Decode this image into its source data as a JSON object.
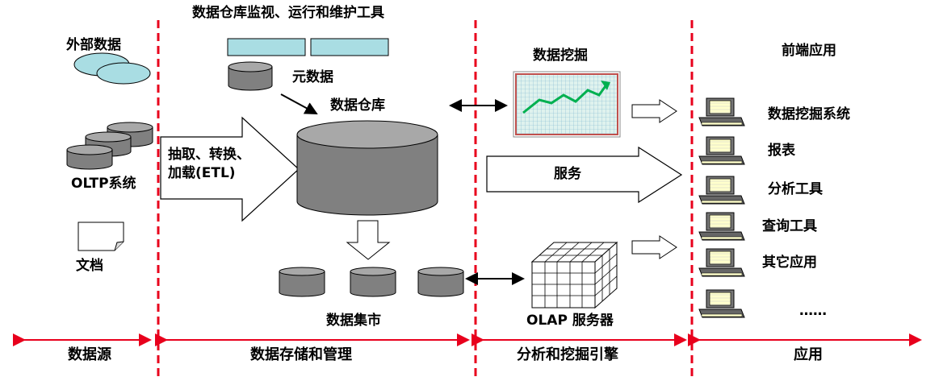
{
  "top_title": "数据仓库监视、运行和维护工具",
  "source": {
    "external_data": "外部数据",
    "oltp": "OLTP系统",
    "documents": "文档",
    "section": "数据源"
  },
  "storage": {
    "metadata": "元数据",
    "warehouse": "数据仓库",
    "etl_line1": "抽取、转换、",
    "etl_line2": "加载(ETL)",
    "data_mart": "数据集市",
    "section": "数据存储和管理"
  },
  "analysis": {
    "data_mining": "数据挖掘",
    "service": "服务",
    "olap_server": "OLAP 服务器",
    "section": "分析和挖掘引擎"
  },
  "apps": {
    "title": "前端应用",
    "items": [
      "数据挖掘系统",
      "报表",
      "分析工具",
      "查询工具",
      "其它应用",
      "……"
    ],
    "section": "应用"
  },
  "colors": {
    "divider": "#e8001c",
    "cylinder": "#808080",
    "cylinder_top": "#a8a8a8",
    "ellipse": "#a9dde3",
    "meta_box": "#a9dde3",
    "chart_bg": "#d9f0e8",
    "chart_line": "#00b050",
    "chart_border": "#c0504d",
    "monitor": "#ffffcc"
  }
}
